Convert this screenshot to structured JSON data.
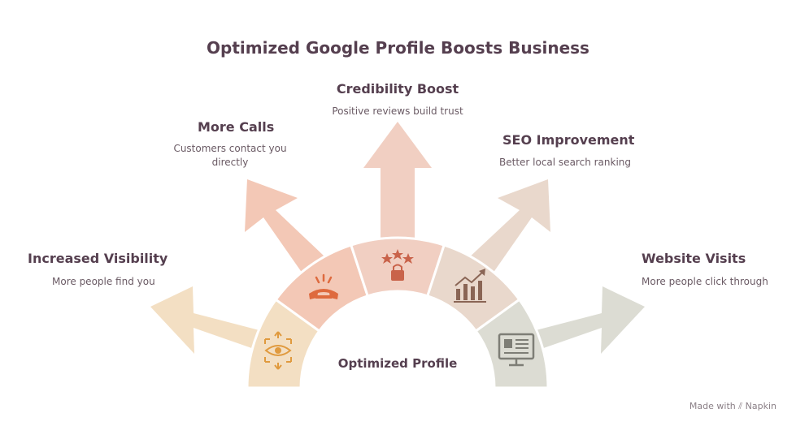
{
  "title": "Optimized Google Profile Boosts Business",
  "center": "Optimized Profile",
  "items": [
    {
      "label": "Increased Visibility",
      "desc": "More people find you",
      "icon": "eye-icon",
      "color": "#f3dfc3",
      "icon_color": "#e09a3e"
    },
    {
      "label": "More Calls",
      "desc": "Customers contact you directly",
      "icon": "phone-ringing-icon",
      "color": "#f3c8b6",
      "icon_color": "#de6a3e"
    },
    {
      "label": "Credibility Boost",
      "desc": "Positive reviews build trust",
      "icon": "lock-stars-icon",
      "color": "#f1cfc2",
      "icon_color": "#c9634a"
    },
    {
      "label": "SEO Improvement",
      "desc": "Better local search ranking",
      "icon": "growth-chart-icon",
      "color": "#e9d8cc",
      "icon_color": "#8a6555"
    },
    {
      "label": "Website Visits",
      "desc": "More people click through",
      "icon": "monitor-icon",
      "color": "#dcdcd3",
      "icon_color": "#7e7e76"
    }
  ],
  "footer": "Made with ⫽ Napkin"
}
